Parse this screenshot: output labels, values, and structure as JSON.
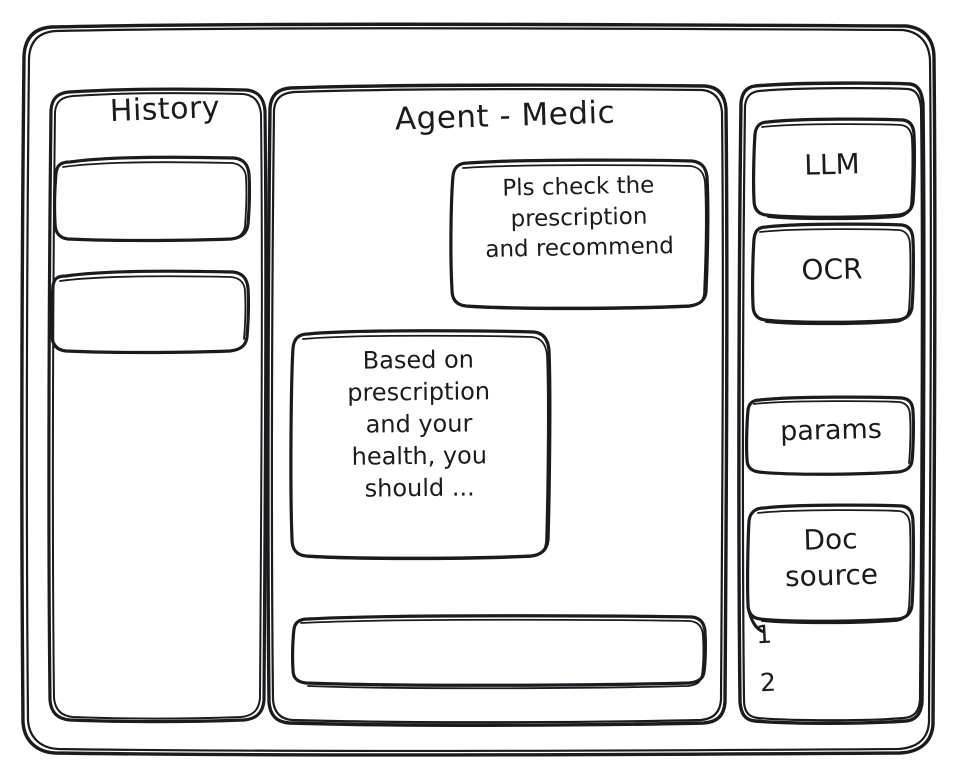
{
  "window": {
    "style": "hand-drawn-wireframe",
    "stroke_color": "#1b1b1f",
    "background_color": "#ffffff"
  },
  "sidebar_left": {
    "title": "History",
    "items": [
      {
        "label": ""
      },
      {
        "label": ""
      }
    ]
  },
  "main": {
    "title": "Agent - Medic",
    "messages": [
      {
        "role": "user",
        "text": "Pls check the\nprescription\nand recommend"
      },
      {
        "role": "agent",
        "text": "Based on\nprescription\nand your\nhealth, you\nshould ..."
      }
    ],
    "composer": {
      "value": "",
      "placeholder": ""
    }
  },
  "sidebar_right": {
    "tools": [
      {
        "label": "LLM"
      },
      {
        "label": "OCR"
      },
      {
        "label": "params"
      },
      {
        "label": "Doc\nsource"
      }
    ],
    "doc_sources": [
      {
        "label": "1"
      },
      {
        "label": "2"
      }
    ]
  }
}
